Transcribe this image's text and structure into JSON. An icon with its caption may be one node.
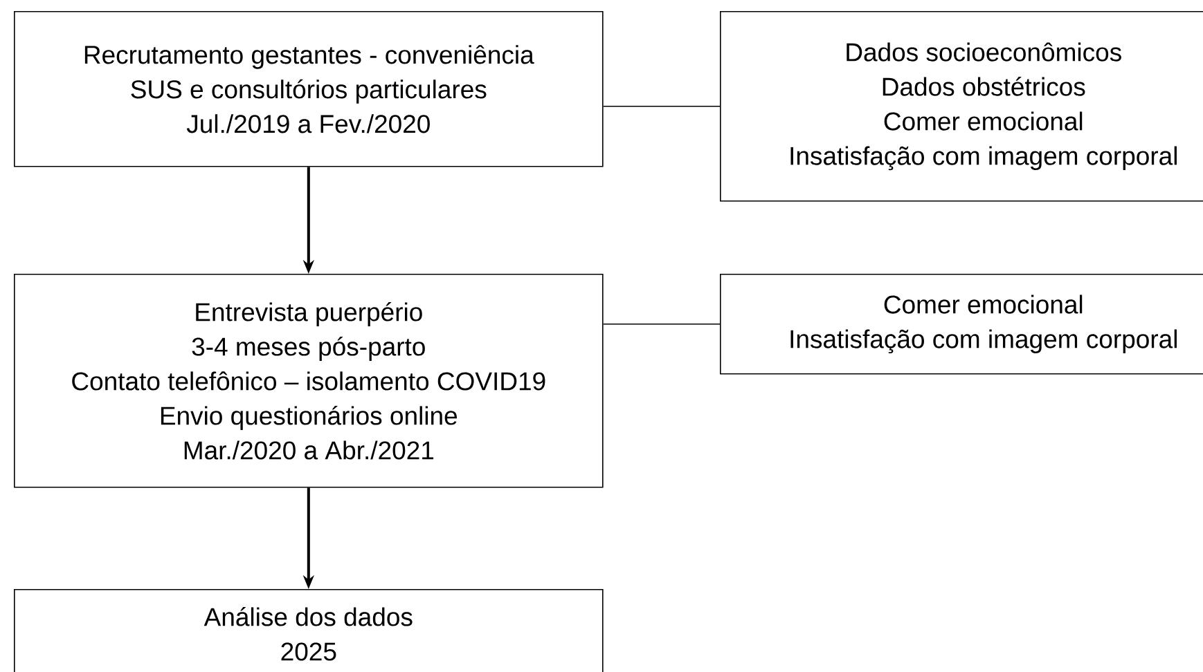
{
  "diagram": {
    "nodes": [
      {
        "text": [
          "Recrutamento gestantes - conveniência",
          "SUS e consultórios particulares",
          "Jul./2019 a Fev./2020"
        ]
      },
      {
        "text": [
          "Dados socioeconômicos",
          "Dados obstétricos",
          "Comer emocional",
          "Insatisfação com imagem corporal"
        ]
      },
      {
        "text": [
          "Entrevista puerpério",
          "3-4 meses pós-parto",
          "Contato telefônico – isolamento COVID19",
          "Envio questionários online",
          "Mar./2020 a Abr./2021"
        ]
      },
      {
        "text": [
          "Comer emocional",
          "Insatisfação com imagem corporal"
        ]
      },
      {
        "text": [
          "Análise dos dados",
          "2025"
        ]
      }
    ],
    "edges": [
      {
        "from": 0,
        "to": 1,
        "arrow": "none"
      },
      {
        "from": 0,
        "to": 2,
        "arrow": "to"
      },
      {
        "from": 2,
        "to": 3,
        "arrow": "none"
      },
      {
        "from": 2,
        "to": 4,
        "arrow": "to"
      }
    ]
  }
}
